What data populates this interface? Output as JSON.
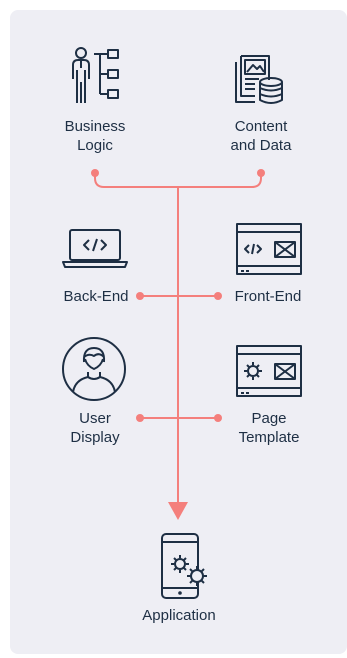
{
  "nodes": {
    "business_logic": {
      "line1": "Business",
      "line2": "Logic",
      "icon": "org-chart-person-icon"
    },
    "content_data": {
      "line1": "Content",
      "line2": "and Data",
      "icon": "image-document-database-icon"
    },
    "back_end": {
      "label": "Back-End",
      "icon": "laptop-code-icon"
    },
    "front_end": {
      "label": "Front-End",
      "icon": "browser-code-icon"
    },
    "user_display": {
      "line1": "User",
      "line2": "Display",
      "icon": "user-avatar-icon"
    },
    "page_template": {
      "line1": "Page",
      "line2": "Template",
      "icon": "browser-gear-icon"
    },
    "application": {
      "label": "Application",
      "icon": "mobile-gears-icon"
    }
  },
  "colors": {
    "connector": "#f47f7c",
    "icon_stroke": "#1e2f44",
    "panel": "#eeeef4"
  }
}
